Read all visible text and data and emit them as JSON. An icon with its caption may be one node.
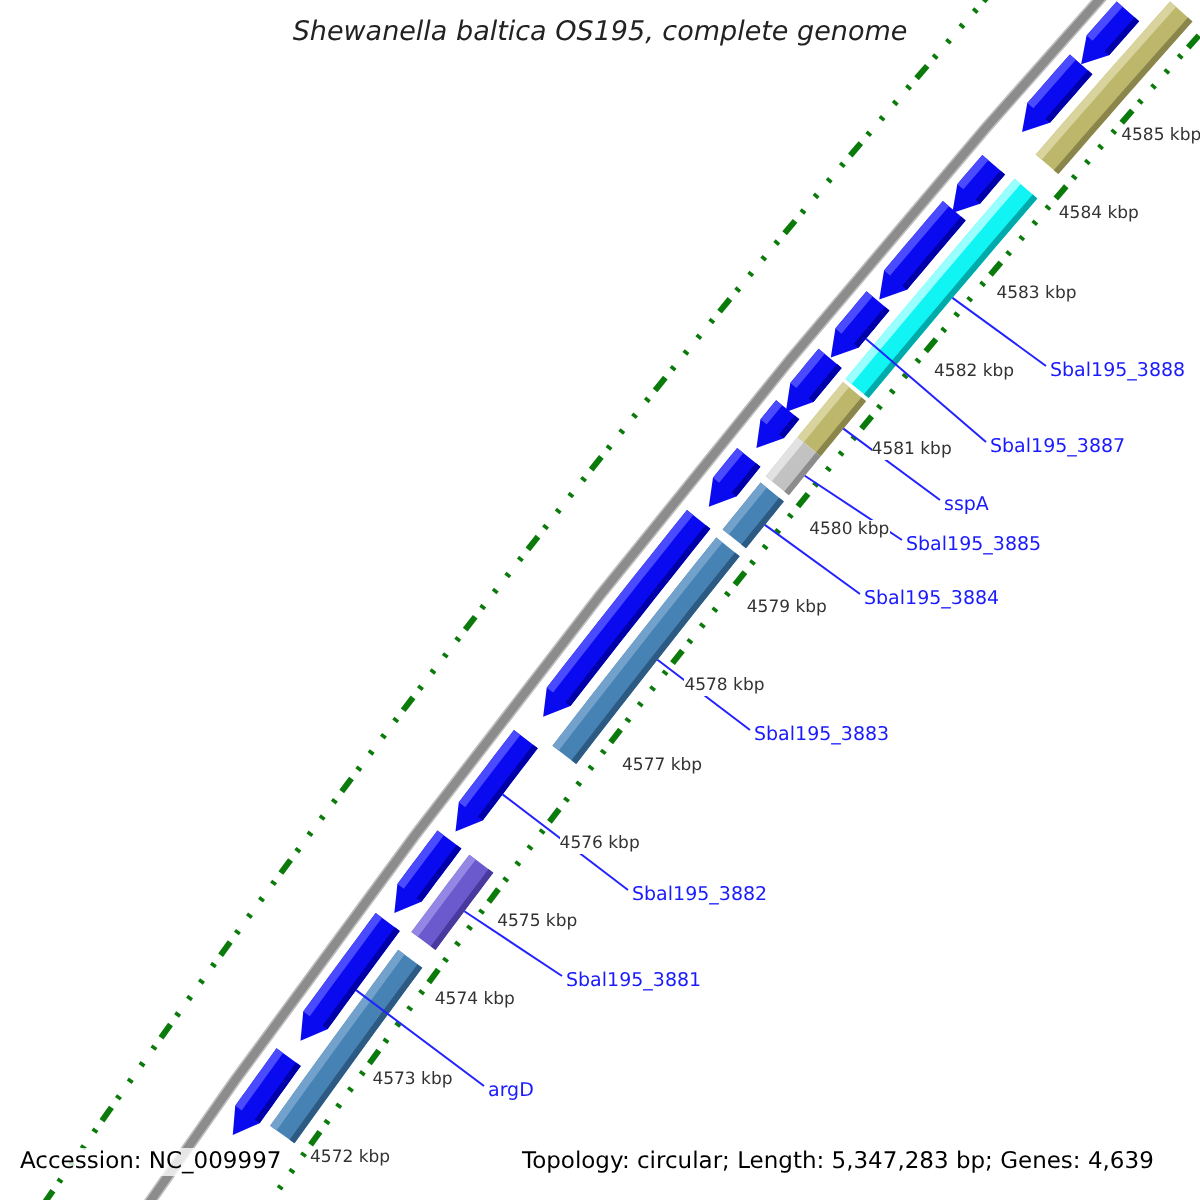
{
  "diagram": {
    "title": "Shewanella baltica OS195, complete genome",
    "nodes": [
      {
        "text": [
          "Sbal195_3888"
        ]
      },
      {
        "text": [
          "Sbal195_3887"
        ]
      },
      {
        "text": [
          "sspA"
        ]
      },
      {
        "text": [
          "Sbal195_3885"
        ]
      },
      {
        "text": [
          "Sbal195_3884"
        ]
      },
      {
        "text": [
          "Sbal195_3883"
        ]
      },
      {
        "text": [
          "Sbal195_3882"
        ]
      },
      {
        "text": [
          "Sbal195_3881"
        ]
      },
      {
        "text": [
          "argD"
        ]
      },
      {
        "text": [],
        "shape": "arrow"
      },
      {
        "text": [],
        "shape": "bar"
      },
      {
        "text": [],
        "shape": "arrow"
      },
      {
        "text": [],
        "shape": "bar"
      },
      {
        "text": [],
        "shape": "arrow"
      },
      {
        "text": [],
        "shape": "arrow"
      },
      {
        "text": [],
        "shape": "arrow"
      },
      {
        "text": [],
        "shape": "arrow"
      },
      {
        "text": [],
        "shape": "bar"
      },
      {
        "text": [],
        "shape": "arrow"
      },
      {
        "text": [],
        "shape": "bar"
      },
      {
        "text": [],
        "shape": "arrow"
      },
      {
        "text": [],
        "shape": "bar"
      },
      {
        "text": [],
        "shape": "arrow"
      },
      {
        "text": [],
        "shape": "bar"
      },
      {
        "text": [],
        "shape": "arrow"
      },
      {
        "text": [],
        "shape": "arrow"
      },
      {
        "text": [],
        "shape": "bar"
      },
      {
        "text": [],
        "shape": "arrow"
      },
      {
        "text": [],
        "shape": "bar"
      },
      {
        "text": [],
        "shape": "arrow"
      }
    ],
    "edges": [
      {
        "from": 0,
        "to": 12,
        "arrow": "none"
      },
      {
        "from": 1,
        "to": 15,
        "arrow": "none"
      },
      {
        "from": 2,
        "to": 17,
        "arrow": "none"
      },
      {
        "from": 3,
        "to": 19,
        "arrow": "none"
      },
      {
        "from": 4,
        "to": 21,
        "arrow": "none"
      },
      {
        "from": 5,
        "to": 23,
        "arrow": "none"
      },
      {
        "from": 6,
        "to": 24,
        "arrow": "none"
      },
      {
        "from": 7,
        "to": 26,
        "arrow": "none"
      },
      {
        "from": 8,
        "to": 27,
        "arrow": "none"
      }
    ],
    "labels": [
      "4585 kbp",
      "4584 kbp",
      "4583 kbp",
      "4582 kbp",
      "4581 kbp",
      "4580 kbp",
      "4579 kbp",
      "4578 kbp",
      "4577 kbp",
      "4576 kbp",
      "4575 kbp",
      "4574 kbp",
      "4573 kbp",
      "4572 kbp",
      "Accession: NC_009997",
      "Topology: circular; Length: 5,347,283 bp; Genes: 4,639"
    ]
  }
}
